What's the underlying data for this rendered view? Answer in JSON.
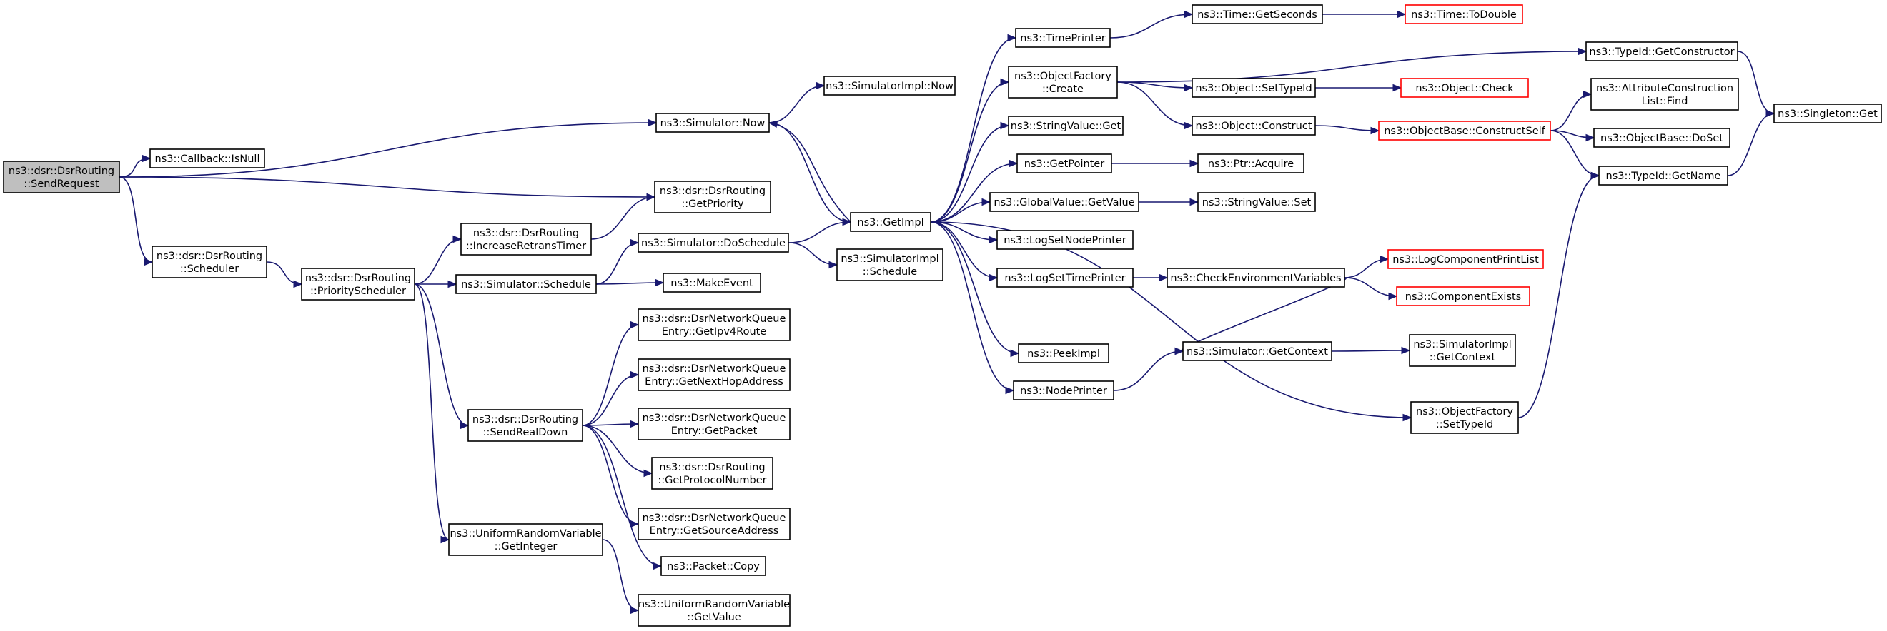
{
  "diagram": {
    "nodes": [
      {
        "id": "n0",
        "lines": [
          "ns3::dsr::DsrRouting",
          "::SendRequest"
        ],
        "root": true
      },
      {
        "id": "n1",
        "lines": [
          "ns3::Callback::IsNull"
        ]
      },
      {
        "id": "n2",
        "lines": [
          "ns3::dsr::DsrRouting",
          "::GetPriority"
        ]
      },
      {
        "id": "n3",
        "lines": [
          "ns3::dsr::DsrRouting",
          "::Scheduler"
        ]
      },
      {
        "id": "n4",
        "lines": [
          "ns3::Simulator::Now"
        ]
      },
      {
        "id": "n5",
        "lines": [
          "ns3::dsr::DsrRouting",
          "::PriorityScheduler"
        ]
      },
      {
        "id": "n6",
        "lines": [
          "ns3::dsr::DsrRouting",
          "::IncreaseRetransTimer"
        ]
      },
      {
        "id": "n7",
        "lines": [
          "ns3::Simulator::Schedule"
        ]
      },
      {
        "id": "n8",
        "lines": [
          "ns3::dsr::DsrRouting",
          "::SendRealDown"
        ]
      },
      {
        "id": "n9",
        "lines": [
          "ns3::UniformRandomVariable",
          "::GetInteger"
        ]
      },
      {
        "id": "n10",
        "lines": [
          "ns3::SimulatorImpl::Now"
        ]
      },
      {
        "id": "n11",
        "lines": [
          "ns3::GetImpl"
        ]
      },
      {
        "id": "n12",
        "lines": [
          "ns3::Simulator::DoSchedule"
        ]
      },
      {
        "id": "n13",
        "lines": [
          "ns3::MakeEvent"
        ]
      },
      {
        "id": "n14",
        "lines": [
          "ns3::dsr::DsrNetworkQueue",
          "Entry::GetIpv4Route"
        ]
      },
      {
        "id": "n15",
        "lines": [
          "ns3::dsr::DsrNetworkQueue",
          "Entry::GetNextHopAddress"
        ]
      },
      {
        "id": "n16",
        "lines": [
          "ns3::dsr::DsrNetworkQueue",
          "Entry::GetPacket"
        ]
      },
      {
        "id": "n17",
        "lines": [
          "ns3::dsr::DsrRouting",
          "::GetProtocolNumber"
        ]
      },
      {
        "id": "n18",
        "lines": [
          "ns3::dsr::DsrNetworkQueue",
          "Entry::GetSourceAddress"
        ]
      },
      {
        "id": "n19",
        "lines": [
          "ns3::Packet::Copy"
        ]
      },
      {
        "id": "n20",
        "lines": [
          "ns3::UniformRandomVariable",
          "::GetValue"
        ]
      },
      {
        "id": "n21",
        "lines": [
          "ns3::SimulatorImpl",
          "::Schedule"
        ]
      },
      {
        "id": "n22",
        "lines": [
          "ns3::TimePrinter"
        ]
      },
      {
        "id": "n23",
        "lines": [
          "ns3::ObjectFactory",
          "::Create"
        ]
      },
      {
        "id": "n24",
        "lines": [
          "ns3::StringValue::Get"
        ]
      },
      {
        "id": "n25",
        "lines": [
          "ns3::GetPointer"
        ]
      },
      {
        "id": "n26",
        "lines": [
          "ns3::GlobalValue::GetValue"
        ]
      },
      {
        "id": "n27",
        "lines": [
          "ns3::LogSetNodePrinter"
        ]
      },
      {
        "id": "n28",
        "lines": [
          "ns3::LogSetTimePrinter"
        ]
      },
      {
        "id": "n29",
        "lines": [
          "ns3::PeekImpl"
        ]
      },
      {
        "id": "n30",
        "lines": [
          "ns3::NodePrinter"
        ]
      },
      {
        "id": "n31",
        "lines": [
          "ns3::Time::GetSeconds"
        ]
      },
      {
        "id": "n32",
        "lines": [
          "ns3::Object::SetTypeId"
        ]
      },
      {
        "id": "n33",
        "lines": [
          "ns3::Object::Construct"
        ]
      },
      {
        "id": "n34",
        "lines": [
          "ns3::Ptr::Acquire"
        ]
      },
      {
        "id": "n35",
        "lines": [
          "ns3::StringValue::Set"
        ]
      },
      {
        "id": "n36",
        "lines": [
          "ns3::CheckEnvironmentVariables"
        ]
      },
      {
        "id": "n37",
        "lines": [
          "ns3::Simulator::GetContext"
        ]
      },
      {
        "id": "n38",
        "lines": [
          "ns3::Time::ToDouble"
        ],
        "red": true
      },
      {
        "id": "n39",
        "lines": [
          "ns3::Object::Check"
        ],
        "red": true
      },
      {
        "id": "n40",
        "lines": [
          "ns3::ObjectBase::ConstructSelf"
        ],
        "red": true
      },
      {
        "id": "n41",
        "lines": [
          "ns3::LogComponentPrintList"
        ],
        "red": true
      },
      {
        "id": "n42",
        "lines": [
          "ns3::ComponentExists"
        ],
        "red": true
      },
      {
        "id": "n43",
        "lines": [
          "ns3::SimulatorImpl",
          "::GetContext"
        ]
      },
      {
        "id": "n44",
        "lines": [
          "ns3::ObjectFactory",
          "::SetTypeId"
        ]
      },
      {
        "id": "n45",
        "lines": [
          "ns3::TypeId::GetConstructor"
        ]
      },
      {
        "id": "n46",
        "lines": [
          "ns3::AttributeConstruction",
          "List::Find"
        ]
      },
      {
        "id": "n47",
        "lines": [
          "ns3::ObjectBase::DoSet"
        ]
      },
      {
        "id": "n48",
        "lines": [
          "ns3::TypeId::GetName"
        ]
      },
      {
        "id": "n49",
        "lines": [
          "ns3::Singleton::Get"
        ]
      }
    ],
    "edges": [
      [
        "n0",
        "n1"
      ],
      [
        "n0",
        "n2"
      ],
      [
        "n0",
        "n3"
      ],
      [
        "n0",
        "n4"
      ],
      [
        "n3",
        "n5"
      ],
      [
        "n5",
        "n6"
      ],
      [
        "n5",
        "n7"
      ],
      [
        "n5",
        "n8"
      ],
      [
        "n5",
        "n9"
      ],
      [
        "n6",
        "n2"
      ],
      [
        "n4",
        "n10"
      ],
      [
        "n4",
        "n11"
      ],
      [
        "n7",
        "n12"
      ],
      [
        "n7",
        "n13"
      ],
      [
        "n12",
        "n11"
      ],
      [
        "n12",
        "n21"
      ],
      [
        "n8",
        "n14"
      ],
      [
        "n8",
        "n15"
      ],
      [
        "n8",
        "n16"
      ],
      [
        "n8",
        "n17"
      ],
      [
        "n8",
        "n18"
      ],
      [
        "n8",
        "n19"
      ],
      [
        "n9",
        "n20"
      ],
      [
        "n11",
        "n22"
      ],
      [
        "n11",
        "n23"
      ],
      [
        "n11",
        "n24"
      ],
      [
        "n11",
        "n25"
      ],
      [
        "n11",
        "n26"
      ],
      [
        "n11",
        "n27"
      ],
      [
        "n11",
        "n28"
      ],
      [
        "n11",
        "n29"
      ],
      [
        "n11",
        "n30"
      ],
      [
        "n11",
        "n44"
      ],
      [
        "n11",
        "n4"
      ],
      [
        "n22",
        "n31"
      ],
      [
        "n31",
        "n38"
      ],
      [
        "n23",
        "n32"
      ],
      [
        "n23",
        "n33"
      ],
      [
        "n23",
        "n45"
      ],
      [
        "n32",
        "n39"
      ],
      [
        "n33",
        "n40"
      ],
      [
        "n40",
        "n46"
      ],
      [
        "n40",
        "n47"
      ],
      [
        "n40",
        "n48"
      ],
      [
        "n45",
        "n49"
      ],
      [
        "n48",
        "n49"
      ],
      [
        "n25",
        "n34"
      ],
      [
        "n26",
        "n35"
      ],
      [
        "n28",
        "n36"
      ],
      [
        "n36",
        "n41"
      ],
      [
        "n36",
        "n42"
      ],
      [
        "n36",
        "n37"
      ],
      [
        "n30",
        "n37"
      ],
      [
        "n37",
        "n43"
      ],
      [
        "n44",
        "n48"
      ]
    ]
  }
}
